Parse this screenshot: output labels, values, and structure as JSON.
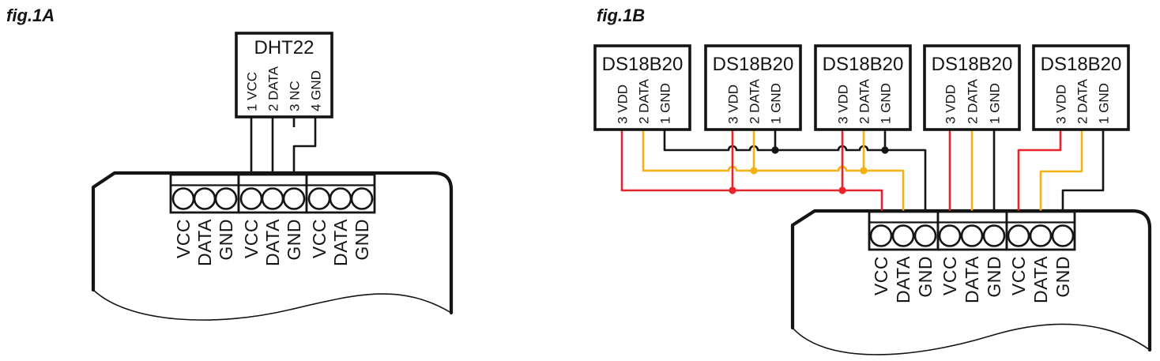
{
  "colors": {
    "vcc": "#e8242b",
    "data": "#f5b114",
    "gnd": "#141414"
  },
  "fig_a": {
    "label": "fig.1A",
    "sensor": {
      "title": "DHT22",
      "pins": [
        "1 VCC",
        "2 DATA",
        "3 NC",
        "4 GND"
      ]
    },
    "terminals": [
      "VCC",
      "DATA",
      "GND",
      "VCC",
      "DATA",
      "GND",
      "VCC",
      "DATA",
      "GND"
    ]
  },
  "fig_b": {
    "label": "fig.1B",
    "sensors": [
      {
        "title": "DS18B20",
        "pins": [
          "3 VDD",
          "2 DATA",
          "1 GND"
        ]
      },
      {
        "title": "DS18B20",
        "pins": [
          "3 VDD",
          "2 DATA",
          "1 GND"
        ]
      },
      {
        "title": "DS18B20",
        "pins": [
          "3 VDD",
          "2 DATA",
          "1 GND"
        ]
      },
      {
        "title": "DS18B20",
        "pins": [
          "3 VDD",
          "2 DATA",
          "1 GND"
        ]
      },
      {
        "title": "DS18B20",
        "pins": [
          "3 VDD",
          "2 DATA",
          "1 GND"
        ]
      }
    ],
    "terminals": [
      "VCC",
      "DATA",
      "GND",
      "VCC",
      "DATA",
      "GND",
      "VCC",
      "DATA",
      "GND"
    ]
  }
}
